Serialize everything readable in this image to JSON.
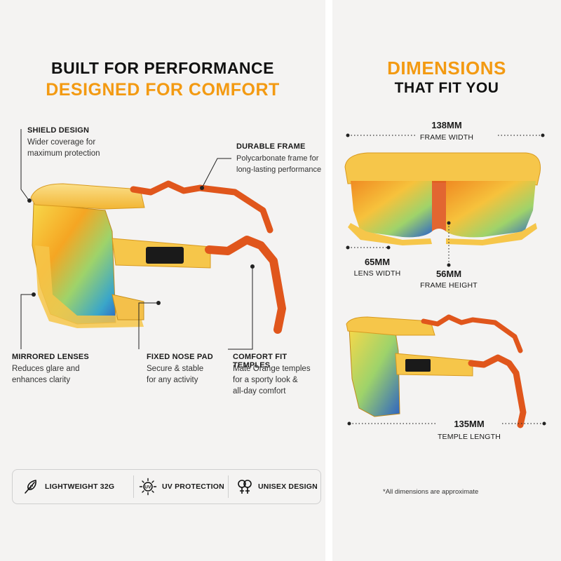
{
  "left": {
    "heading_line1": "BUILT FOR PERFORMANCE",
    "heading_line2": "DESIGNED FOR COMFORT",
    "features": {
      "shield": {
        "title": "SHIELD DESIGN",
        "desc": [
          "Wider coverage for",
          "maximum protection"
        ]
      },
      "frame": {
        "title": "DURABLE FRAME",
        "desc": [
          "Polycarbonate frame for",
          "long-lasting performance"
        ]
      },
      "lenses": {
        "title": "MIRRORED LENSES",
        "desc": [
          "Reduces glare and",
          "enhances clarity"
        ]
      },
      "nose": {
        "title": "FIXED NOSE PAD",
        "desc": [
          "Secure & stable",
          "for any activity"
        ]
      },
      "temples": {
        "title": "COMFORT FIT TEMPLES",
        "desc": [
          "Mate Orange temples",
          "for a sporty look &",
          "all-day comfort"
        ]
      }
    },
    "badges": [
      {
        "icon": "feather-icon",
        "label": "LIGHTWEIGHT 32G"
      },
      {
        "icon": "sun-uv-icon",
        "label": "UV PROTECTION"
      },
      {
        "icon": "unisex-icon",
        "label": "UNISEX DESIGN"
      }
    ]
  },
  "right": {
    "heading_line1": "DIMENSIONS",
    "heading_line2": "THAT FIT YOU",
    "dimensions": {
      "frame_width": {
        "value": "138MM",
        "label": "FRAME WIDTH"
      },
      "lens_width": {
        "value": "65MM",
        "label": "LENS WIDTH"
      },
      "frame_height": {
        "value": "56MM",
        "label": "FRAME HEIGHT"
      },
      "temple_length": {
        "value": "135MM",
        "label": "TEMPLE LENGTH"
      }
    },
    "note": "*All dimensions are approximate"
  },
  "colors": {
    "accent_orange": "#f39a12",
    "frame_yellow": "#f6c64a",
    "temple_orange": "#e0561c",
    "panel_bg": "#f4f3f2"
  }
}
